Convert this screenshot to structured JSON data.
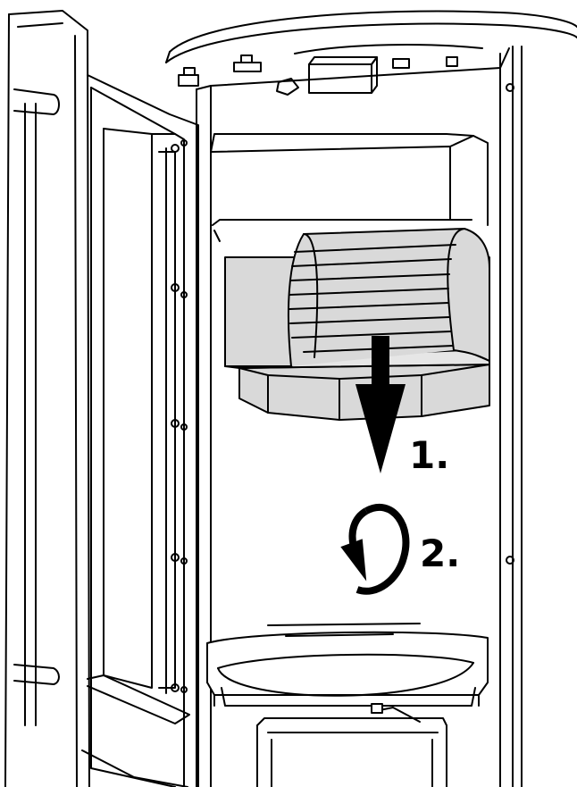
{
  "steps": [
    {
      "label": "1.",
      "action": "pull-down-arrow"
    },
    {
      "label": "2.",
      "action": "rotate-counterclockwise"
    }
  ],
  "colors": {
    "line": "#000000",
    "background": "#ffffff",
    "baffle_fill": "#d9d9d9",
    "baffle_light": "#e6e6e6"
  }
}
